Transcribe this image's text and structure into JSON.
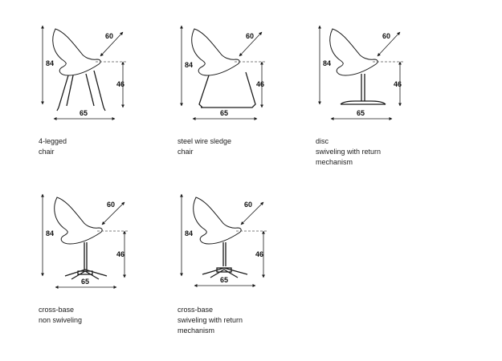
{
  "variants": [
    {
      "id": "four-legged",
      "dims": {
        "height": "84",
        "depth": "60",
        "seat": "46",
        "width": "65"
      },
      "caption": [
        "4-legged",
        "chair"
      ]
    },
    {
      "id": "sledge",
      "dims": {
        "height": "84",
        "depth": "60",
        "seat": "46",
        "width": "65"
      },
      "caption": [
        "steel wire sledge",
        "chair"
      ]
    },
    {
      "id": "disc",
      "dims": {
        "height": "84",
        "depth": "60",
        "seat": "46",
        "width": "65"
      },
      "caption": [
        "disc",
        "swiveling with return",
        "mechanism"
      ]
    },
    {
      "id": "cross-fixed",
      "dims": {
        "height": "84",
        "depth": "60",
        "seat": "46",
        "width": "65"
      },
      "caption": [
        "cross-base",
        "non swiveling"
      ]
    },
    {
      "id": "cross-swivel",
      "dims": {
        "height": "84",
        "depth": "60",
        "seat": "46",
        "width": "65"
      },
      "caption": [
        "cross-base",
        "swiveling with return",
        "mechanism"
      ]
    }
  ]
}
